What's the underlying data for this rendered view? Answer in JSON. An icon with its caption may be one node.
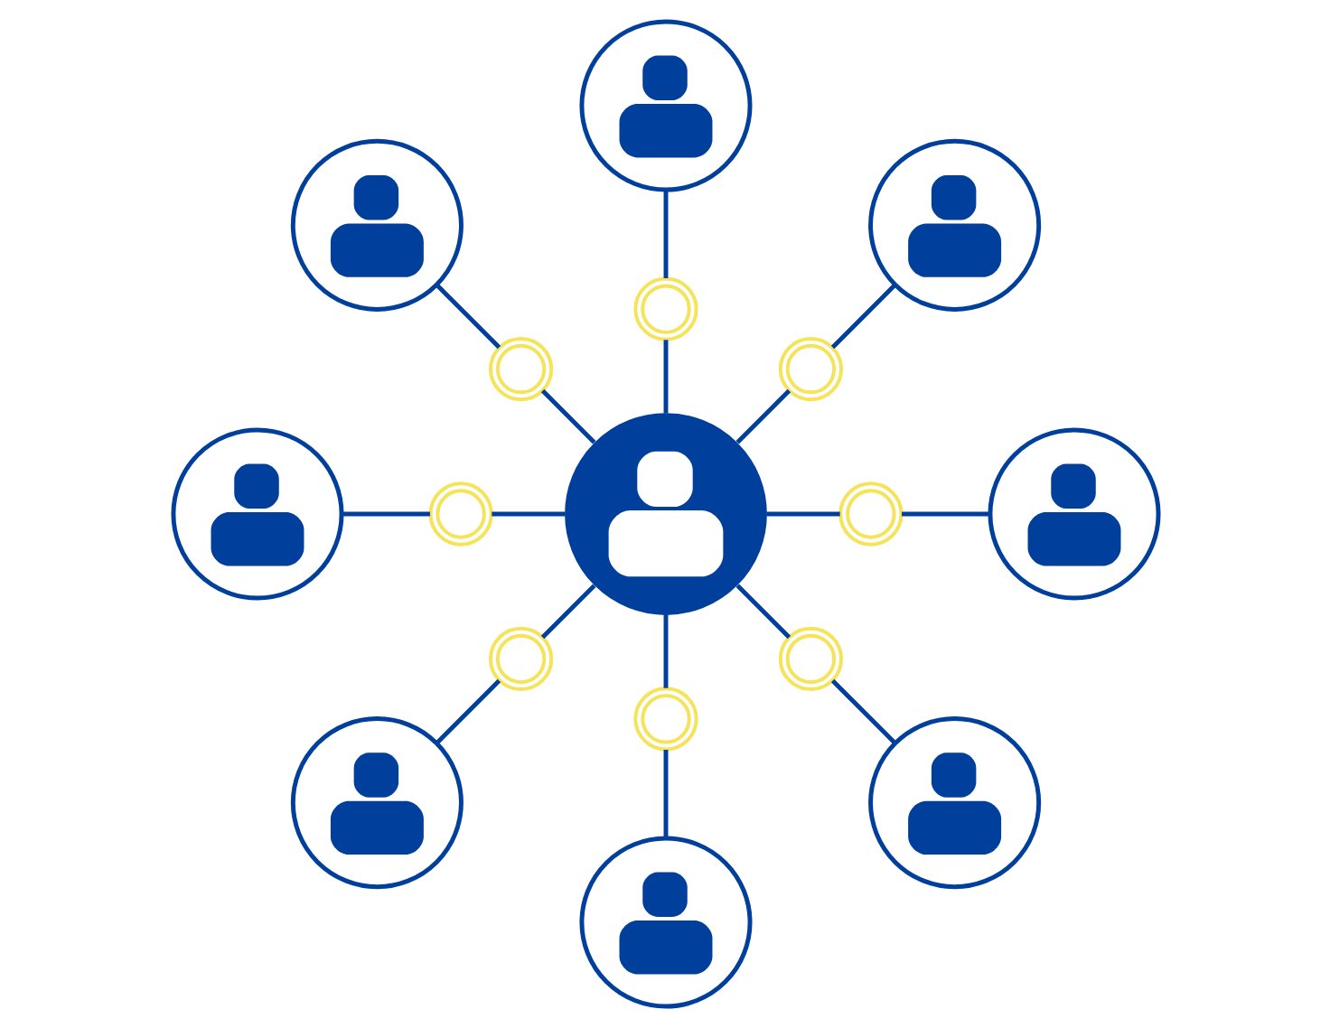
{
  "diagram": {
    "nodes": [
      {
        "text": [],
        "shape": "person"
      },
      {
        "text": [],
        "shape": "person"
      },
      {
        "text": [],
        "shape": "person"
      },
      {
        "text": [],
        "shape": "coin"
      },
      {
        "text": [],
        "shape": "coin"
      },
      {
        "text": [],
        "shape": "coin"
      },
      {
        "text": [],
        "shape": "person"
      },
      {
        "text": [],
        "shape": "coin"
      },
      {
        "text": [],
        "shape": "person"
      },
      {
        "text": [],
        "shape": "coin"
      },
      {
        "text": [],
        "shape": "person"
      },
      {
        "text": [],
        "shape": "coin"
      },
      {
        "text": [],
        "shape": "coin"
      },
      {
        "text": [],
        "shape": "coin"
      },
      {
        "text": [],
        "shape": "person"
      },
      {
        "text": [],
        "shape": "person"
      },
      {
        "text": [],
        "shape": "person"
      }
    ],
    "edges": [
      {
        "from": 8,
        "to": 3,
        "arrow": "none"
      },
      {
        "from": 3,
        "to": 0,
        "arrow": "none"
      },
      {
        "from": 8,
        "to": 5,
        "arrow": "none"
      },
      {
        "from": 5,
        "to": 2,
        "arrow": "none"
      },
      {
        "from": 8,
        "to": 9,
        "arrow": "none"
      },
      {
        "from": 9,
        "to": 10,
        "arrow": "none"
      },
      {
        "from": 8,
        "to": 12,
        "arrow": "none"
      },
      {
        "from": 12,
        "to": 15,
        "arrow": "none"
      },
      {
        "from": 8,
        "to": 13,
        "arrow": "none"
      },
      {
        "from": 13,
        "to": 16,
        "arrow": "none"
      },
      {
        "from": 8,
        "to": 11,
        "arrow": "none"
      },
      {
        "from": 11,
        "to": 14,
        "arrow": "none"
      },
      {
        "from": 8,
        "to": 7,
        "arrow": "none"
      },
      {
        "from": 7,
        "to": 6,
        "arrow": "none"
      },
      {
        "from": 8,
        "to": 4,
        "arrow": "none"
      },
      {
        "from": 4,
        "to": 1,
        "arrow": "none"
      }
    ]
  }
}
